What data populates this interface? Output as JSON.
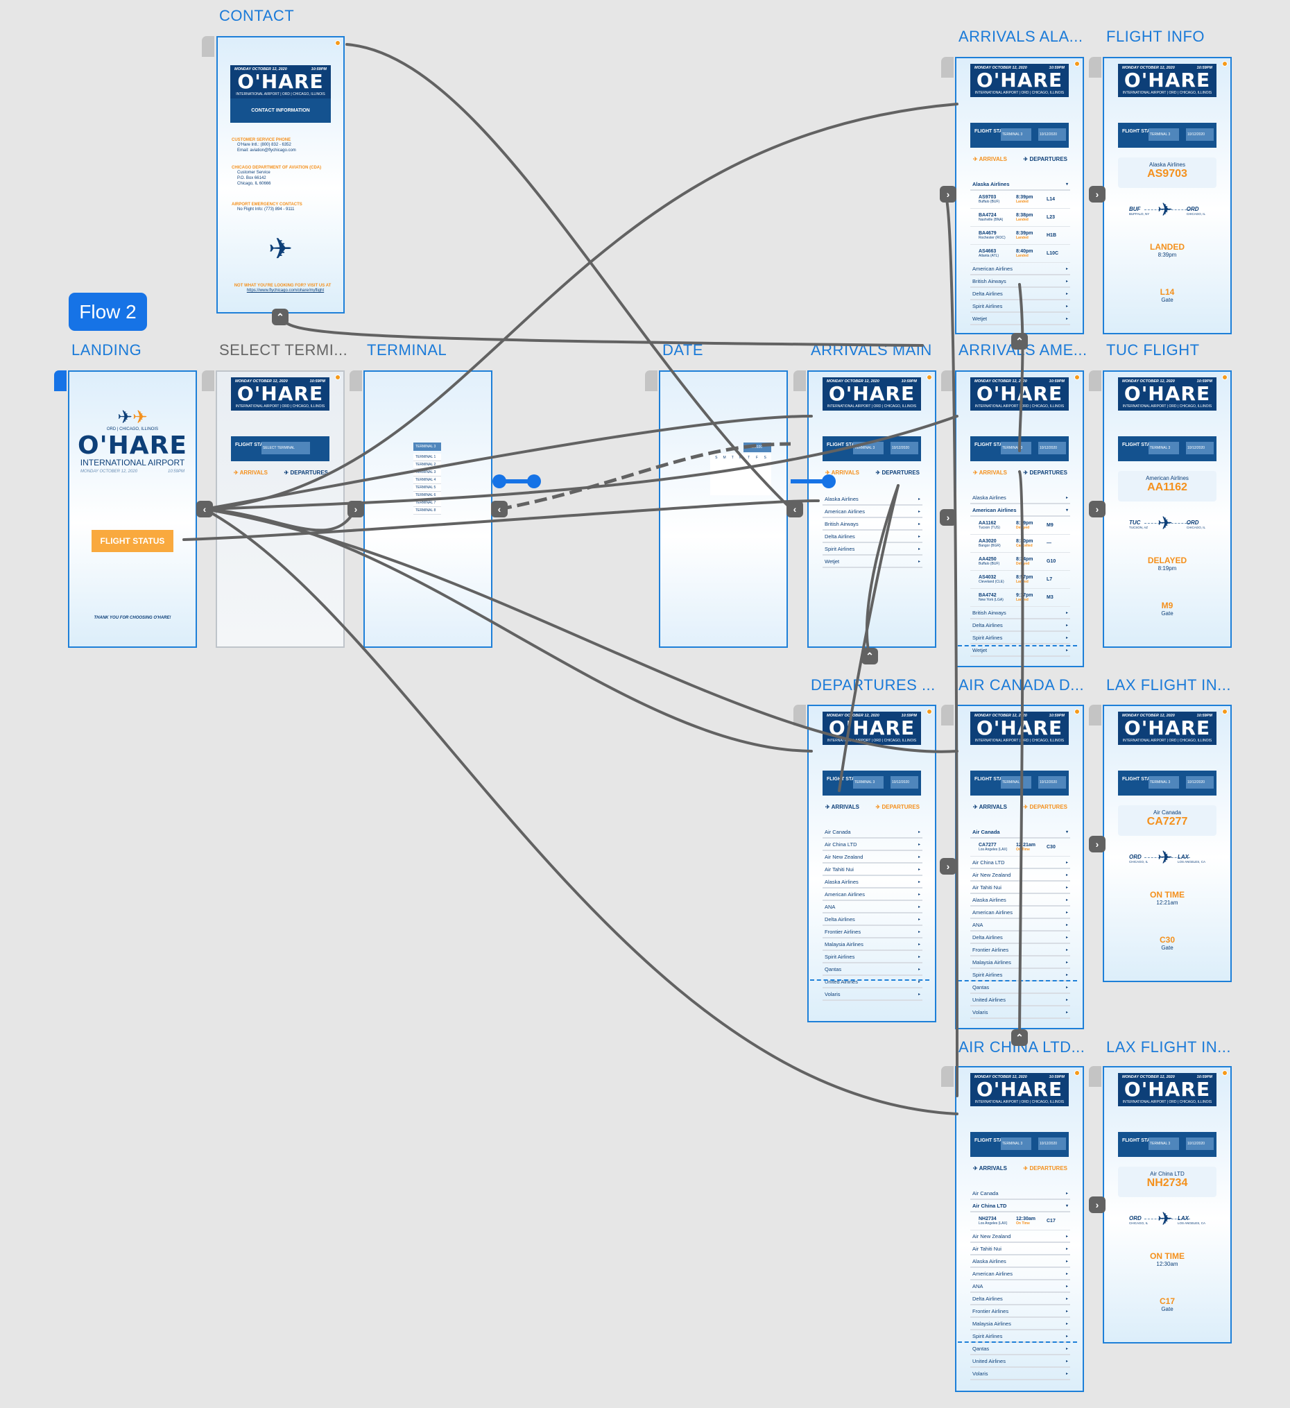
{
  "flow_button": "Flow 2",
  "labels": {
    "contact": "CONTACT",
    "landing": "LANDING",
    "select_terminal": "SELECT TERMI...",
    "terminal": "TERMINAL",
    "date": "DATE",
    "arrivals_main": "ARRIVALS MAIN",
    "arrivals_alaska": "ARRIVALS ALA...",
    "flight_info": "FLIGHT INFO",
    "arrivals_american": "ARRIVALS AME...",
    "tuc_flight": "TUC FLIGHT",
    "departures": "DEPARTURES ...",
    "air_canada": "AIR CANADA D...",
    "lax_flight_1": "LAX FLIGHT IN...",
    "air_china": "AIR CHINA LTD...",
    "lax_flight_2": "LAX FLIGHT IN..."
  },
  "header": {
    "date": "MONDAY OCTOBER 12, 2020",
    "time": "10:59PM",
    "title": "O'HARE",
    "subtitle": "INTERNATIONAL AIRPORT | ORD | CHICAGO, ILLINOIS",
    "flight_status": "FLIGHT STATUS",
    "terminal_btn": "TERMINAL 3",
    "date_btn": "10/12/2020",
    "select_terminal_btn": "SELECT TERMINAL"
  },
  "landing": {
    "location": "ORD | CHICAGO, ILLINOIS",
    "title": "O'HARE",
    "subtitle": "INTERNATIONAL AIRPORT",
    "date": "MONDAY OCTOBER 12, 2020",
    "time": "10:59PM",
    "button": "FLIGHT STATUS",
    "footer": "THANK YOU FOR CHOOSING O'HARE!"
  },
  "contact": {
    "banner": "CONTACT INFORMATION",
    "phone_heading": "CUSTOMER SERVICE PHONE",
    "phone": "O'Hare Intl.: (800) 832 - 6352",
    "email": "Email: aviation@flychicago.com",
    "cda_heading": "CHICAGO DEPARTMENT OF AVIATION (CDA)",
    "cda_1": "Customer Service",
    "cda_2": "P.O. Box 66142",
    "cda_3": "Chicago, IL 60666",
    "emergency_heading": "AIRPORT EMERGENCY CONTACTS",
    "emergency": "No Flight Info: (773) 894 - 9111",
    "footer_heading": "NOT WHAT YOU'RE LOOKING FOR? VISIT US AT",
    "footer_link": "https://www.flychicago.com/ohare/myflight"
  },
  "tabs": {
    "arrivals": "ARRIVALS",
    "departures": "DEPARTURES"
  },
  "terminal_options": [
    "TERMINAL 3",
    "TERMINAL 1",
    "TERMINAL 2",
    "TERMINAL 3",
    "TERMINAL 4",
    "TERMINAL 5",
    "TERMINAL 6",
    "TERMINAL 7",
    "TERMINAL 8"
  ],
  "arrivals_main_airlines": [
    "Alaska Airlines",
    "American Airlines",
    "British Airways",
    "Delta Airlines",
    "Spirit Airlines",
    "Wetjet"
  ],
  "alaska_flights": [
    {
      "flight": "AS9703",
      "from": "Buffalo (BUF)",
      "time": "8:39pm",
      "status": "Landed",
      "gate": "L14"
    },
    {
      "flight": "BA4724",
      "from": "Nashville (BNA)",
      "time": "8:38pm",
      "status": "Landed",
      "gate": "L23"
    },
    {
      "flight": "BA4679",
      "from": "Rochester (ROC)",
      "time": "8:39pm",
      "status": "Landed",
      "gate": "H1B"
    },
    {
      "flight": "AS4663",
      "from": "Atlanta (ATL)",
      "time": "8:40pm",
      "status": "Landed",
      "gate": "L10C"
    }
  ],
  "alaska_after": [
    "American Airlines",
    "British Airways",
    "Delta Airlines",
    "Spirit Airlines",
    "Wetjet"
  ],
  "american_before": [
    "Alaska Airlines"
  ],
  "american_flights": [
    {
      "flight": "AA1162",
      "from": "Tucson (TUS)",
      "time": "8:19pm",
      "status": "Delayed",
      "gate": "M9"
    },
    {
      "flight": "AA3020",
      "from": "Bangor (BGR)",
      "time": "8:30pm",
      "status": "Cancelled",
      "gate": "—"
    },
    {
      "flight": "AA4250",
      "from": "Buffalo (BUF)",
      "time": "8:34pm",
      "status": "Delayed",
      "gate": "G10"
    },
    {
      "flight": "AS4032",
      "from": "Cleveland (CLE)",
      "time": "8:57pm",
      "status": "Landed",
      "gate": "L7"
    },
    {
      "flight": "BA4742",
      "from": "New York (LGA)",
      "time": "9:17pm",
      "status": "Landed",
      "gate": "M3"
    }
  ],
  "american_after": [
    "British Airways",
    "Delta Airlines",
    "Spirit Airlines",
    "Wetjet"
  ],
  "departures_airlines": [
    "Air Canada",
    "Air China LTD",
    "Air New Zealand",
    "Air Tahiti Nui",
    "Alaska Airlines",
    "American Airlines",
    "ANA",
    "Delta Airlines",
    "Frontier Airlines",
    "Malaysia Airlines",
    "Spirit Airlines",
    "Qantas",
    "United Airlines",
    "Volaris"
  ],
  "aircanada_flight": {
    "flight": "CA7277",
    "from": "Los Angeles (LAX)",
    "time": "12:21am",
    "status": "On Time",
    "gate": "C30"
  },
  "aircanada_after": [
    "Air China LTD",
    "Air New Zealand",
    "Air Tahiti Nui",
    "Alaska Airlines",
    "American Airlines",
    "ANA",
    "Delta Airlines",
    "Frontier Airlines",
    "Malaysia Airlines",
    "Spirit Airlines",
    "Qantas",
    "United Airlines",
    "Volaris"
  ],
  "airchina_flight": {
    "flight": "NH2734",
    "from": "Los Angeles (LAX)",
    "time": "12:30am",
    "status": "On Time",
    "gate": "C17"
  },
  "airchina_after": [
    "Air New Zealand",
    "Air Tahiti Nui",
    "Alaska Airlines",
    "American Airlines",
    "ANA",
    "Delta Airlines",
    "Frontier Airlines",
    "Malaysia Airlines",
    "Spirit Airlines",
    "Qantas",
    "United Airlines",
    "Volaris"
  ],
  "flight_info": {
    "airline": "Alaska Airlines",
    "flight": "AS9703",
    "from": "BUF",
    "from_city": "BUFFALO, NY",
    "to": "ORD",
    "to_city": "CHICAGO, IL",
    "status": "LANDED",
    "time": "8:39pm",
    "gate": "L14",
    "gate_label": "Gate"
  },
  "tuc_flight": {
    "airline": "American Airlines",
    "flight": "AA1162",
    "from": "TUC",
    "from_city": "TUCSON, AZ",
    "to": "ORD",
    "to_city": "CHICAGO, IL",
    "status": "DELAYED",
    "time": "8:19pm",
    "gate": "M9",
    "gate_label": "Gate"
  },
  "lax_flight_1": {
    "airline": "Air Canada",
    "flight": "CA7277",
    "from": "ORD",
    "from_city": "CHICAGO, IL",
    "to": "LAX",
    "to_city": "LOS ANGELES, CA",
    "status": "ON TIME",
    "time": "12:21am",
    "gate": "C30",
    "gate_label": "Gate"
  },
  "lax_flight_2": {
    "airline": "Air China LTD",
    "flight": "NH2734",
    "from": "ORD",
    "from_city": "CHICAGO, IL",
    "to": "LAX",
    "to_city": "LOS ANGELES, CA",
    "status": "ON TIME",
    "time": "12:30am",
    "gate": "C17",
    "gate_label": "Gate"
  },
  "date_btn": "10/12/2020",
  "calendar_days": [
    "S",
    "M",
    "T",
    "W",
    "T",
    "F",
    "S"
  ],
  "colors": {
    "accent": "#1673e6",
    "navy": "#0d3f78",
    "orange": "#f4901c",
    "wire": "#626262"
  }
}
